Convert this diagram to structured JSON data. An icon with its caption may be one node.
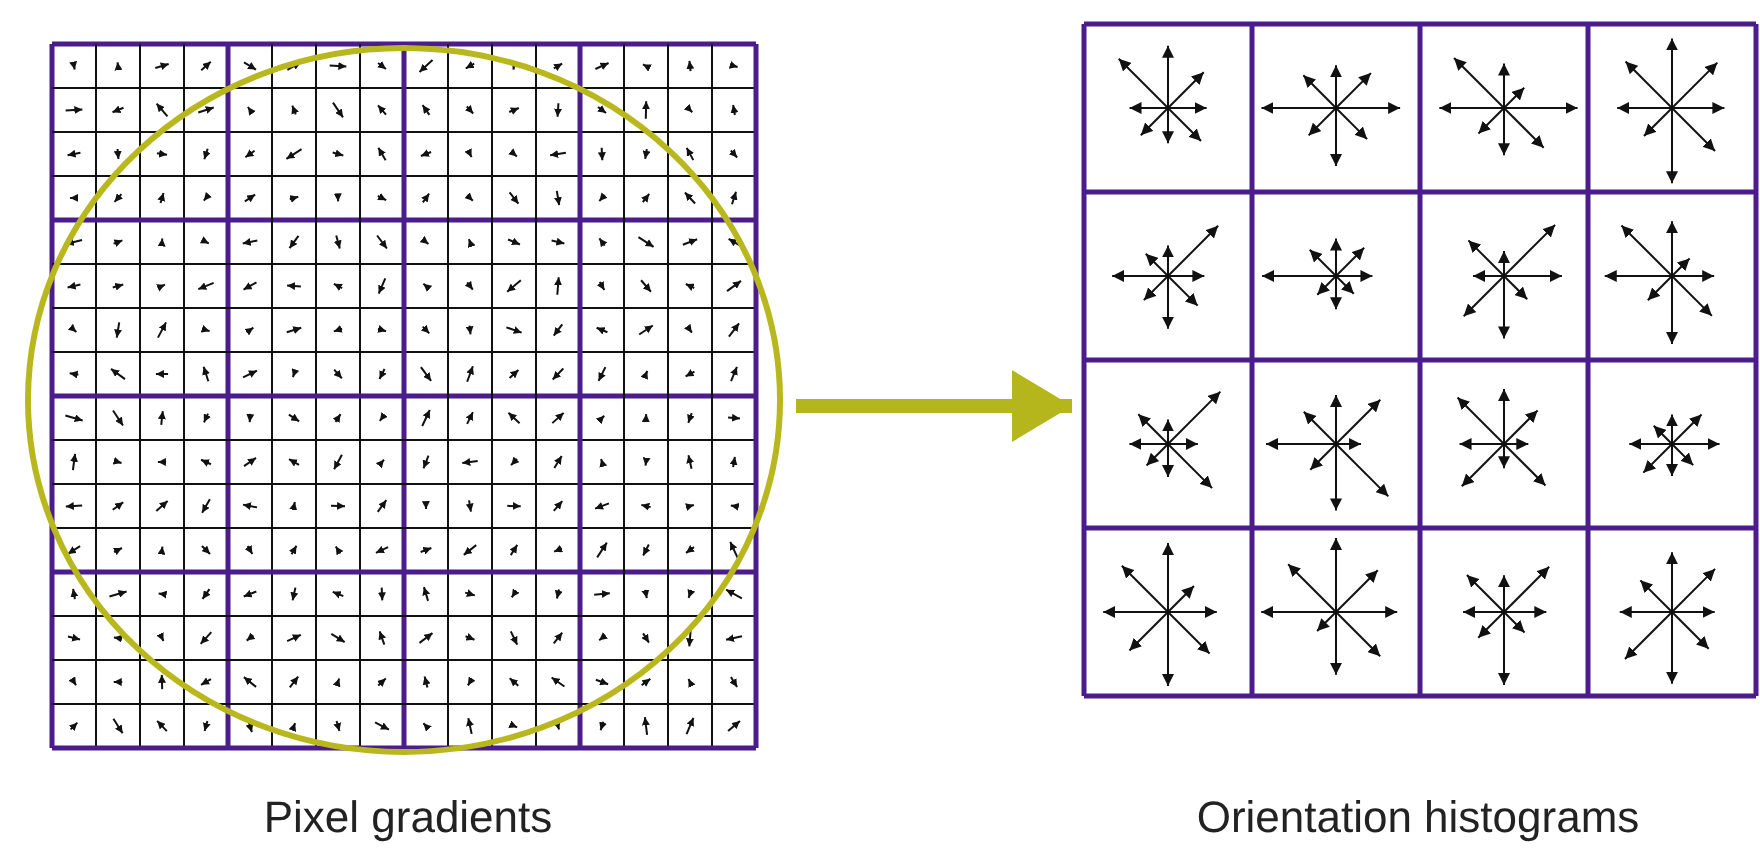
{
  "diagram": {
    "nodes": [
      {
        "text": [
          "Pixel gradients"
        ]
      },
      {
        "text": [
          "Orientation histograms"
        ]
      }
    ],
    "edges": [
      {
        "from": 0,
        "to": 1,
        "arrow": "to"
      }
    ]
  }
}
